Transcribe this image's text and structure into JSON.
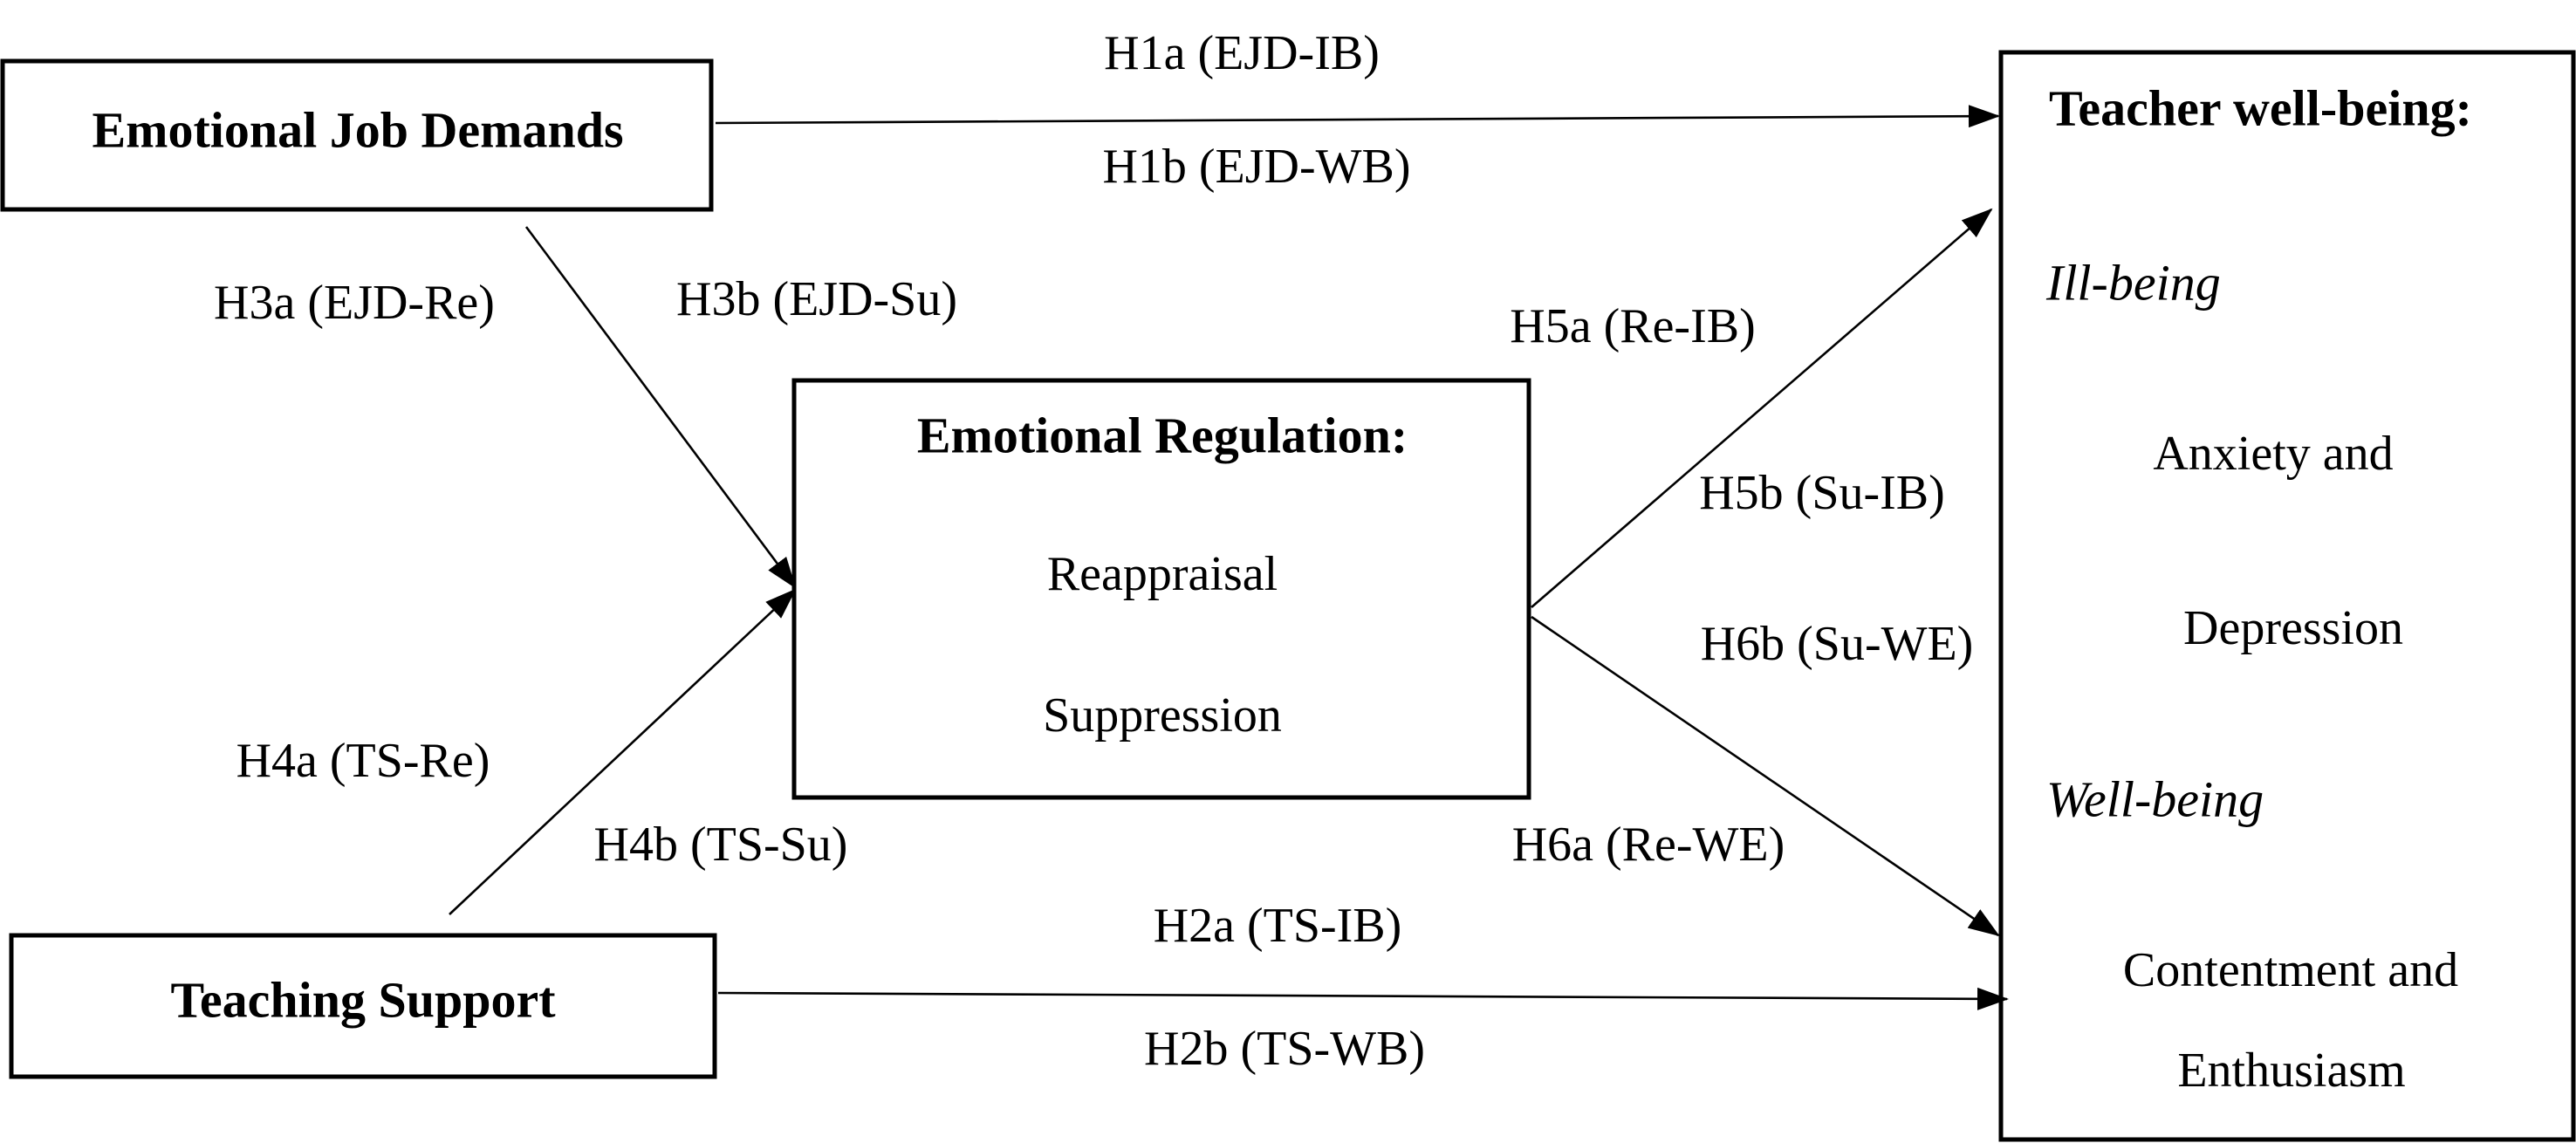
{
  "boxes": {
    "ejd": {
      "title": "Emotional Job Demands"
    },
    "ts": {
      "title": "Teaching Support"
    },
    "er": {
      "title": "Emotional Regulation:",
      "items": [
        "Reappraisal",
        "Suppression"
      ]
    },
    "tw": {
      "title": "Teacher well-being:",
      "ill_heading": "Ill-being",
      "ill_items": [
        "Anxiety and",
        "Depression"
      ],
      "well_heading": "Well-being",
      "well_items": [
        "Contentment and",
        "Enthusiasm"
      ]
    }
  },
  "paths": {
    "h1a": "H1a (EJD-IB)",
    "h1b": "H1b (EJD-WB)",
    "h2a": "H2a (TS-IB)",
    "h2b": "H2b (TS-WB)",
    "h3a": "H3a (EJD-Re)",
    "h3b": "H3b (EJD-Su)",
    "h4a": "H4a (TS-Re)",
    "h4b": "H4b (TS-Su)",
    "h5a": "H5a (Re-IB)",
    "h5b": "H5b (Su-IB)",
    "h6a": "H6a (Re-WE)",
    "h6b": "H6b (Su-WE)"
  }
}
